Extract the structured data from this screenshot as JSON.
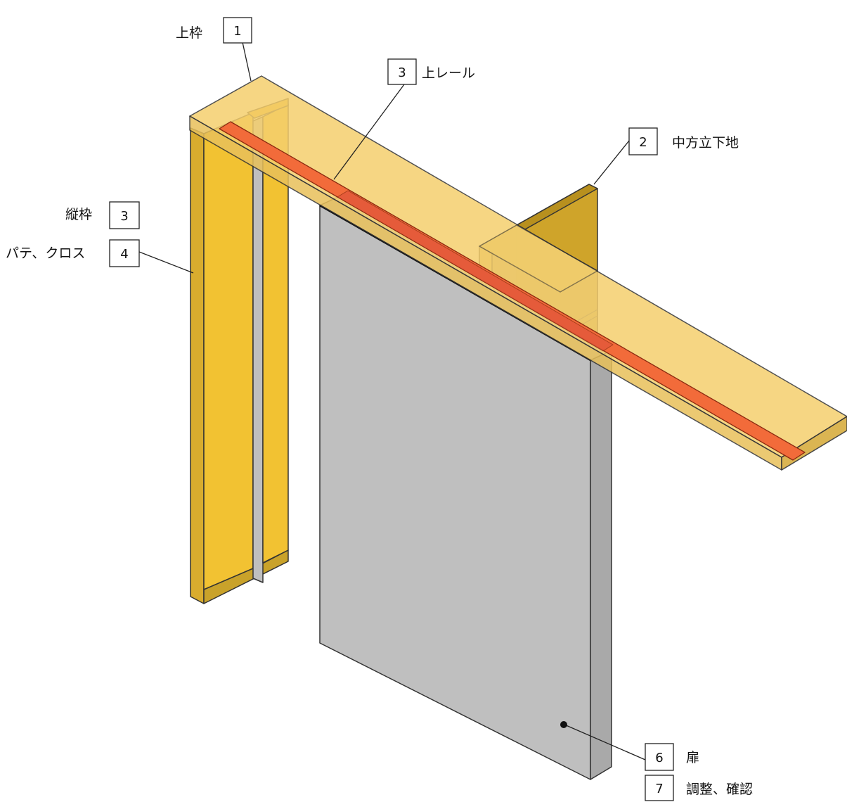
{
  "colors": {
    "wood_light": "#F5CF6E",
    "wood_solid": "#F2C232",
    "wood_side": "#CFA42A",
    "wood_shadow": "#B9A05A",
    "rail": "#F26B3A",
    "door": "#BFBFBF",
    "door_side": "#A6A6A6",
    "line": "#333333"
  },
  "labels": {
    "top_frame": {
      "number": "1",
      "text": "上枠"
    },
    "top_rail": {
      "number": "3",
      "text": "上レール"
    },
    "mid_stud": {
      "number": "2",
      "text": "中方立下地"
    },
    "side_frame": {
      "number": "3",
      "text": "縦枠"
    },
    "putty_cloth": {
      "number": "4",
      "text": "パテ、クロス"
    },
    "door": {
      "number": "6",
      "text": "扉"
    },
    "adjust": {
      "number": "7",
      "text": "調整、確認"
    }
  }
}
